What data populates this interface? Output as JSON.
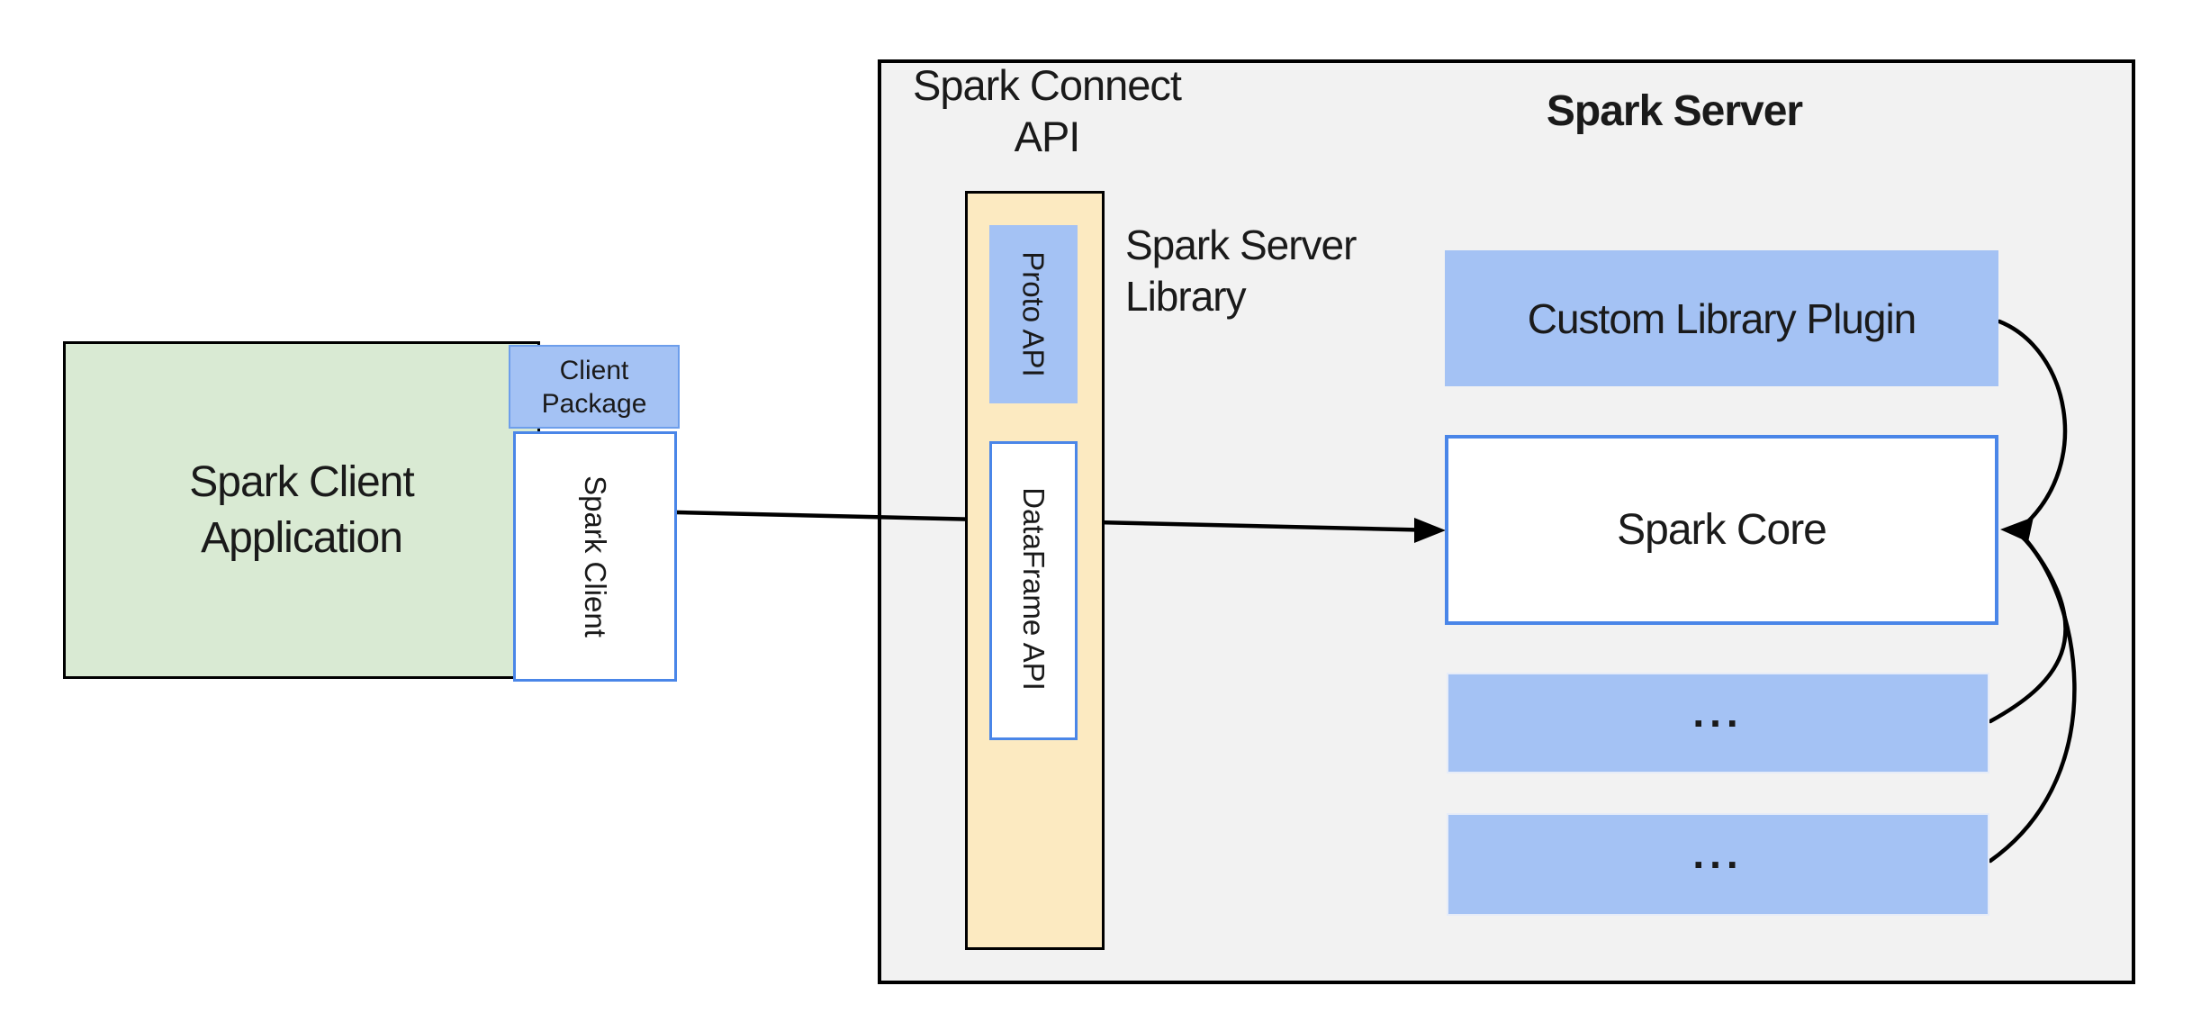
{
  "diagram": {
    "title_server": "Spark Server",
    "label_connect_api": {
      "line1": "Spark Connect",
      "line2": "API"
    },
    "label_server_library": {
      "line1": "Spark Server",
      "line2": "Library"
    },
    "client_application": {
      "line1": "Spark Client",
      "line2": "Application"
    },
    "client_package": {
      "line1": "Client",
      "line2": "Package"
    },
    "spark_client": "Spark Client",
    "proto_api": "Proto API",
    "dataframe_api": "DataFrame API",
    "custom_library_plugin": "Custom Library Plugin",
    "spark_core": "Spark Core",
    "ellipsis_boxes": [
      {
        "label": "..."
      },
      {
        "label": "..."
      }
    ],
    "colors": {
      "panel_bg": "#f2f2f2",
      "green_fill": "#d9ead3",
      "blue_fill": "#a4c2f4",
      "yellow_fill": "#fceac1",
      "white_fill": "#ffffff",
      "blue_border": "#4a86e8",
      "package_border": "#6d9eeb",
      "black": "#000000",
      "text": "#1a1a1a"
    }
  }
}
